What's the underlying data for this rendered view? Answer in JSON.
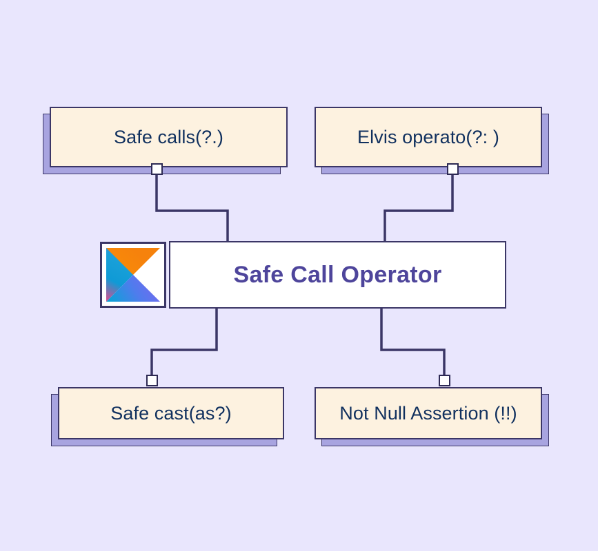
{
  "diagram": {
    "title": "Safe Call Operator",
    "type": "mind-map",
    "background_color": "#e9e6fd",
    "center": {
      "label": "Safe Call Operator",
      "text_color": "#4e459b",
      "fill_color": "#ffffff",
      "border_color": "#3b3666",
      "logo": {
        "name": "kotlin-logo",
        "colors": [
          "#0095d5",
          "#e8722c",
          "#f88909",
          "#c757bc",
          "#6d74e6",
          "#7f6cf0"
        ]
      }
    },
    "nodes": [
      {
        "id": "safe-calls",
        "label": "Safe calls(?.)",
        "position": "top-left",
        "fill_color": "#fdf2e0",
        "text_color": "#10305e",
        "shadow_color": "#a8a4e0"
      },
      {
        "id": "elvis-operator",
        "label": "Elvis operato(?: )",
        "position": "top-right",
        "fill_color": "#fdf2e0",
        "text_color": "#10305e",
        "shadow_color": "#a8a4e0"
      },
      {
        "id": "safe-cast",
        "label": "Safe cast(as?)",
        "position": "bottom-left",
        "fill_color": "#fdf2e0",
        "text_color": "#10305e",
        "shadow_color": "#a8a4e0"
      },
      {
        "id": "not-null-assertion",
        "label": "Not Null Assertion (!!)",
        "position": "bottom-right",
        "fill_color": "#fdf2e0",
        "text_color": "#10305e",
        "shadow_color": "#a8a4e0"
      }
    ],
    "connectors": [
      {
        "from": "safe-calls",
        "to": "center",
        "style": "orthogonal",
        "color": "#3b3666"
      },
      {
        "from": "elvis-operator",
        "to": "center",
        "style": "orthogonal",
        "color": "#3b3666"
      },
      {
        "from": "center",
        "to": "safe-cast",
        "style": "orthogonal",
        "color": "#3b3666"
      },
      {
        "from": "center",
        "to": "not-null-assertion",
        "style": "orthogonal",
        "color": "#3b3666"
      }
    ]
  }
}
